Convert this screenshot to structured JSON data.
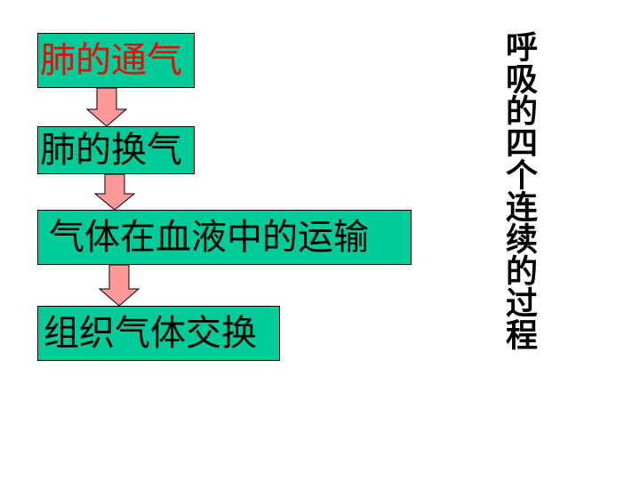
{
  "diagram": {
    "steps": [
      {
        "label": "肺的通气",
        "color": "#ff0000"
      },
      {
        "label": "肺的换气",
        "color": "#000000"
      },
      {
        "label": "气体在血液中的运输",
        "color": "#000000"
      },
      {
        "label": "组织气体交换",
        "color": "#000000"
      }
    ],
    "box_color": "#00cc99",
    "arrow_color": "#ff9999",
    "side_title": "呼吸的四个连续的过程"
  }
}
